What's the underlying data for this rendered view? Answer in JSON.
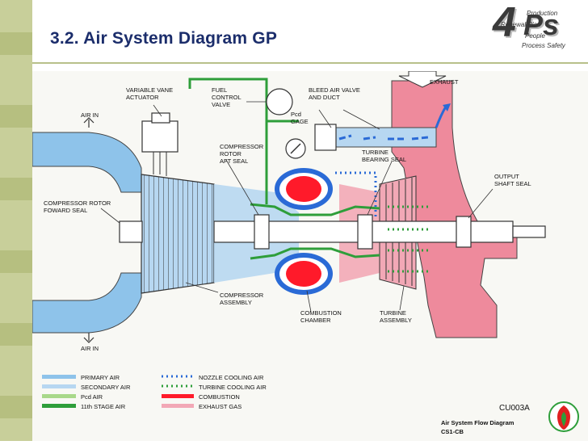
{
  "slide": {
    "title": "3.2. Air System Diagram GP"
  },
  "logo": {
    "big": "4",
    "big_p": "Ps",
    "lines": [
      "Production",
      "Renewal Plan",
      "People",
      "Process Safety"
    ]
  },
  "labels": {
    "variable_vane": [
      "VARIABLE VANE",
      "ACTUATOR"
    ],
    "fuel_control": [
      "FUEL",
      "CONTROL",
      "VALVE"
    ],
    "bleed_air": [
      "BLEED AIR VALVE",
      "AND DUCT"
    ],
    "exhaust": "EXHAUST",
    "air_in_top": "AIR IN",
    "air_in_bottom": "AIR IN",
    "pcd_gage": [
      "Pcd",
      "GAGE"
    ],
    "compressor_rotor_aft": [
      "COMPRESSOR",
      "ROTOR",
      "AFT SEAL"
    ],
    "turbine_bearing": [
      "TURBINE",
      "BEARING SEAL"
    ],
    "output_shaft": [
      "OUTPUT",
      "SHAFT SEAL"
    ],
    "compressor_rotor_foward": [
      "COMPRESSOR ROTOR",
      "FOWARD SEAL"
    ],
    "compressor_assembly": [
      "COMPRESSOR",
      "ASSEMBLY"
    ],
    "combustion_chamber": [
      "COMBUSTION",
      "CHAMBER"
    ],
    "turbine_assembly": [
      "TURBINE",
      "ASSEMBLY"
    ]
  },
  "legend": {
    "left": [
      {
        "label": "PRIMARY AIR",
        "color": "#8ec3ea"
      },
      {
        "label": "SECONDARY AIR",
        "color": "#b7d7f1"
      },
      {
        "label": "Pcd AIR",
        "color": "#a8d88a"
      },
      {
        "label": "11th STAGE AIR",
        "color": "#2e9e3a"
      }
    ],
    "right": [
      {
        "label": "NOZZLE COOLING AIR",
        "color": "#2a6ad6",
        "style": "dotted"
      },
      {
        "label": "TURBINE COOLING AIR",
        "color": "#2e9e3a",
        "style": "dotted"
      },
      {
        "label": "COMBUSTION",
        "color": "#ff1a2a"
      },
      {
        "label": "EXHAUST GAS",
        "color": "#f2a8b6"
      }
    ]
  },
  "caption": {
    "code": "CU003A",
    "line1": "Air System Flow Diagram",
    "line2": "CS1-CB"
  },
  "colors": {
    "primary_air": "#8ec3ea",
    "secondary_air": "#b7d7f1",
    "exhaust": "#ee8a9c",
    "combustion": "#ff1a2a",
    "eleventh_stage": "#2e9e3a",
    "nozzle_cooling": "#2a6ad6",
    "title": "#1b2d6b"
  }
}
